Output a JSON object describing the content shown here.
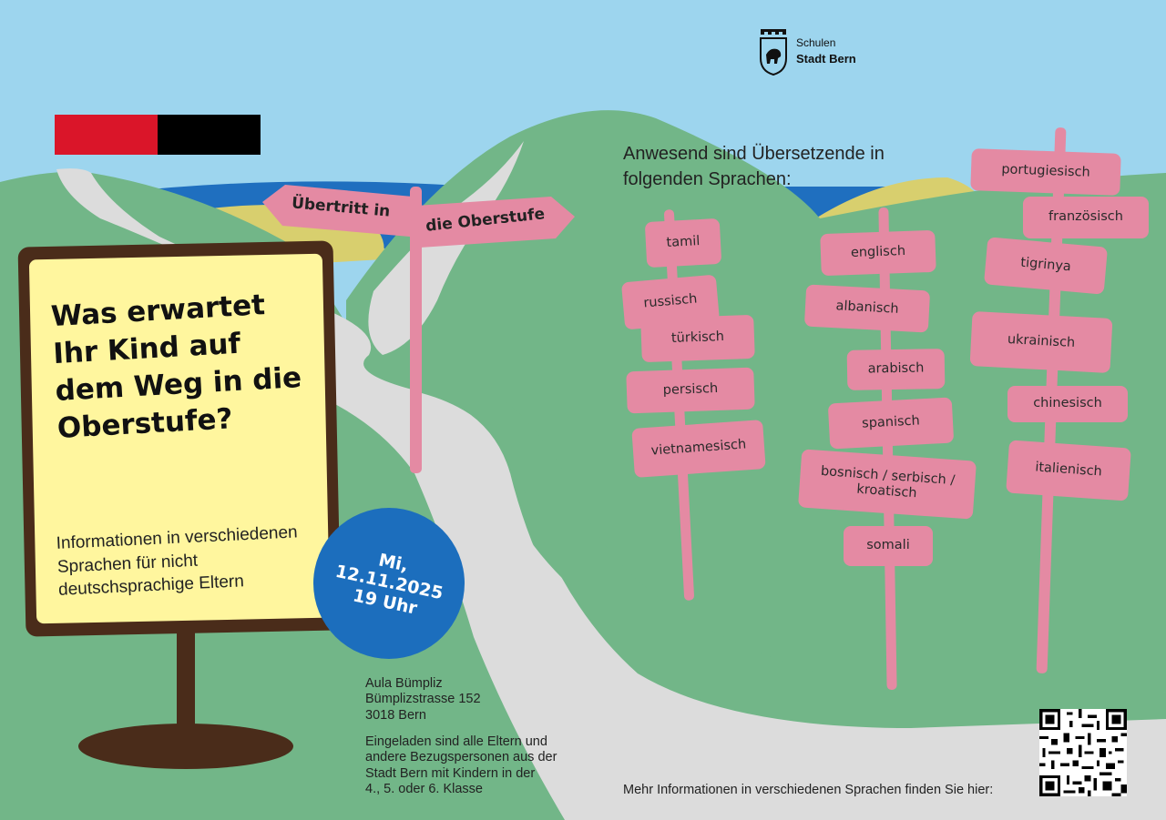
{
  "logo": {
    "line1": "Schulen",
    "line2": "Stadt Bern",
    "icon": "bern-bear-crest-icon"
  },
  "colors": {
    "sky": "#9dd5ee",
    "hill": "#72b688",
    "lake": "#1f6fbf",
    "field": "#d8cf6e",
    "path": "#dcdcdc",
    "sign": "#e48aa3",
    "board": "#fff69e",
    "circle": "#1c6ebd",
    "flag_red": "#da1529",
    "flag_black": "#000000"
  },
  "signpost": {
    "left": "Übertritt in",
    "right": "die Oberstufe"
  },
  "board": {
    "headline": [
      "Was erwartet",
      "Ihr Kind auf",
      "dem Weg in die",
      "Oberstufe?"
    ],
    "subtitle": [
      "Informationen in verschiedenen",
      "Sprachen für nicht",
      "deutschsprachige Eltern"
    ]
  },
  "date": {
    "day": "Mi,",
    "date": "12.11.2025",
    "time": "19 Uhr"
  },
  "venue": {
    "name": "Aula Bümpliz",
    "street": "Bümplizstrasse 152",
    "city": "3018 Bern"
  },
  "invitation": [
    "Eingeladen sind alle Eltern und",
    "andere Bezugspersonen aus der",
    "Stadt Bern mit Kindern in der",
    "4., 5. oder 6. Klasse"
  ],
  "languages_heading": [
    "Anwesend sind Übersetzende in",
    "folgenden Sprachen:"
  ],
  "languages": {
    "post1": [
      "tamil",
      "russisch",
      "türkisch",
      "persisch",
      "vietnamesisch"
    ],
    "post2": [
      "englisch",
      "albanisch",
      "arabisch",
      "spanisch",
      "bosnisch / serbisch / kroatisch",
      "somali"
    ],
    "post3": [
      "portugiesisch",
      "französisch",
      "tigrinya",
      "ukrainisch",
      "chinesisch",
      "italienisch"
    ]
  },
  "more_info": "Mehr Informationen in verschiedenen Sprachen finden Sie hier:"
}
